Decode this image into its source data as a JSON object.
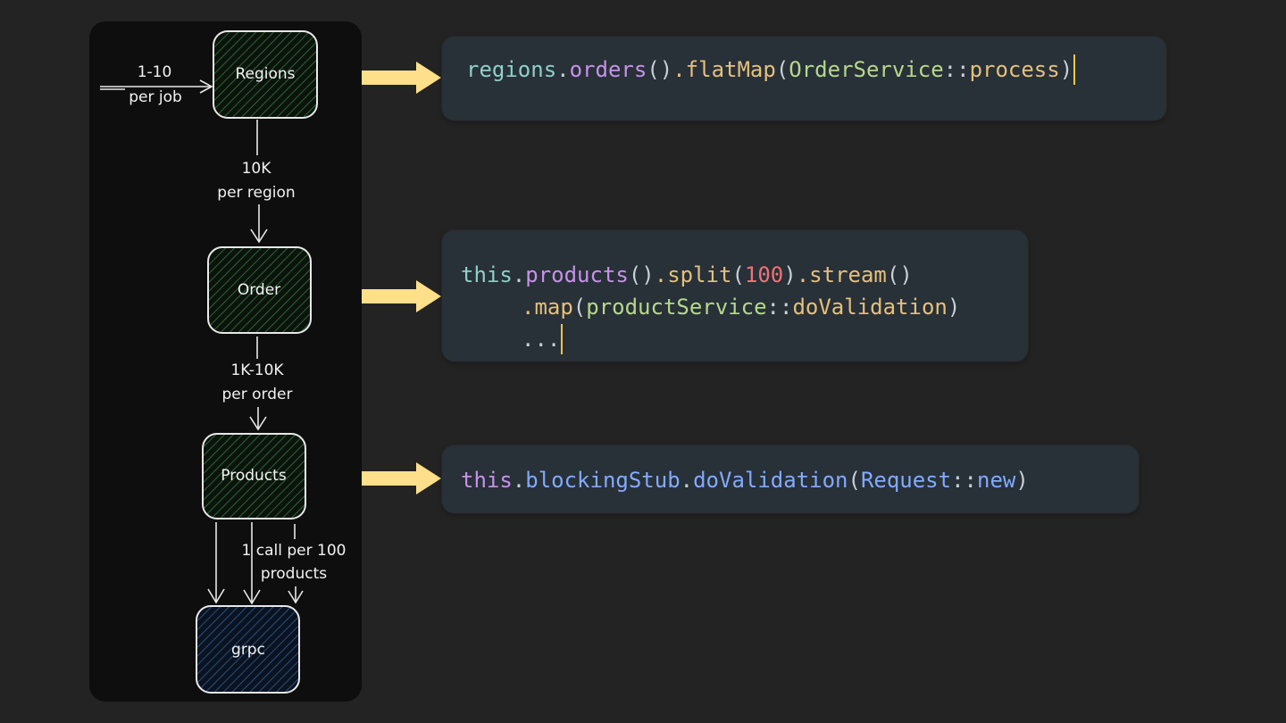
{
  "diagram": {
    "nodes": {
      "regions": "Regions",
      "order": "Order",
      "products": "Products",
      "grpc": "grpc"
    },
    "edge_labels": {
      "input_line1": "1-10",
      "input_line2": "per job",
      "regions_to_order_line1": "10K",
      "regions_to_order_line2": "per region",
      "order_to_products_line1": "1K-10K",
      "order_to_products_line2": "per order",
      "products_to_grpc_line1": "1 call per 100",
      "products_to_grpc_line2": "products"
    },
    "colors": {
      "panel": "#0e0e0e",
      "node_stroke": "#e8e8e8",
      "node_fill_green": "#2f7d3a",
      "node_fill_blue": "#2d5f96",
      "arrow": "#ffe08a"
    }
  },
  "code": {
    "snippet1": {
      "t1": "regions",
      "t2": ".",
      "t3": "orders",
      "t4": "()",
      "t5": ".flatMap",
      "t6": "(",
      "t7": "OrderService",
      "t8": "::",
      "t9": "process",
      "t10": ")"
    },
    "snippet2": {
      "line1": {
        "t1": "this",
        "t2": ".",
        "t3": "products",
        "t4": "()",
        "t5": ".split",
        "t6": "(",
        "t7": "100",
        "t8": ")",
        "t9": ".stream",
        "t10": "()"
      },
      "line2": {
        "t1": ".map",
        "t2": "(",
        "t3": "productService",
        "t4": "::",
        "t5": "doValidation",
        "t6": ")"
      },
      "line3": {
        "t1": "..."
      }
    },
    "snippet3": {
      "t1": "this",
      "t2": ".",
      "t3": "blockingStub",
      "t4": ".",
      "t5": "doValidation",
      "t6": "(",
      "t7": "Request",
      "t8": "::",
      "t9": "new",
      "t10": ")"
    }
  }
}
